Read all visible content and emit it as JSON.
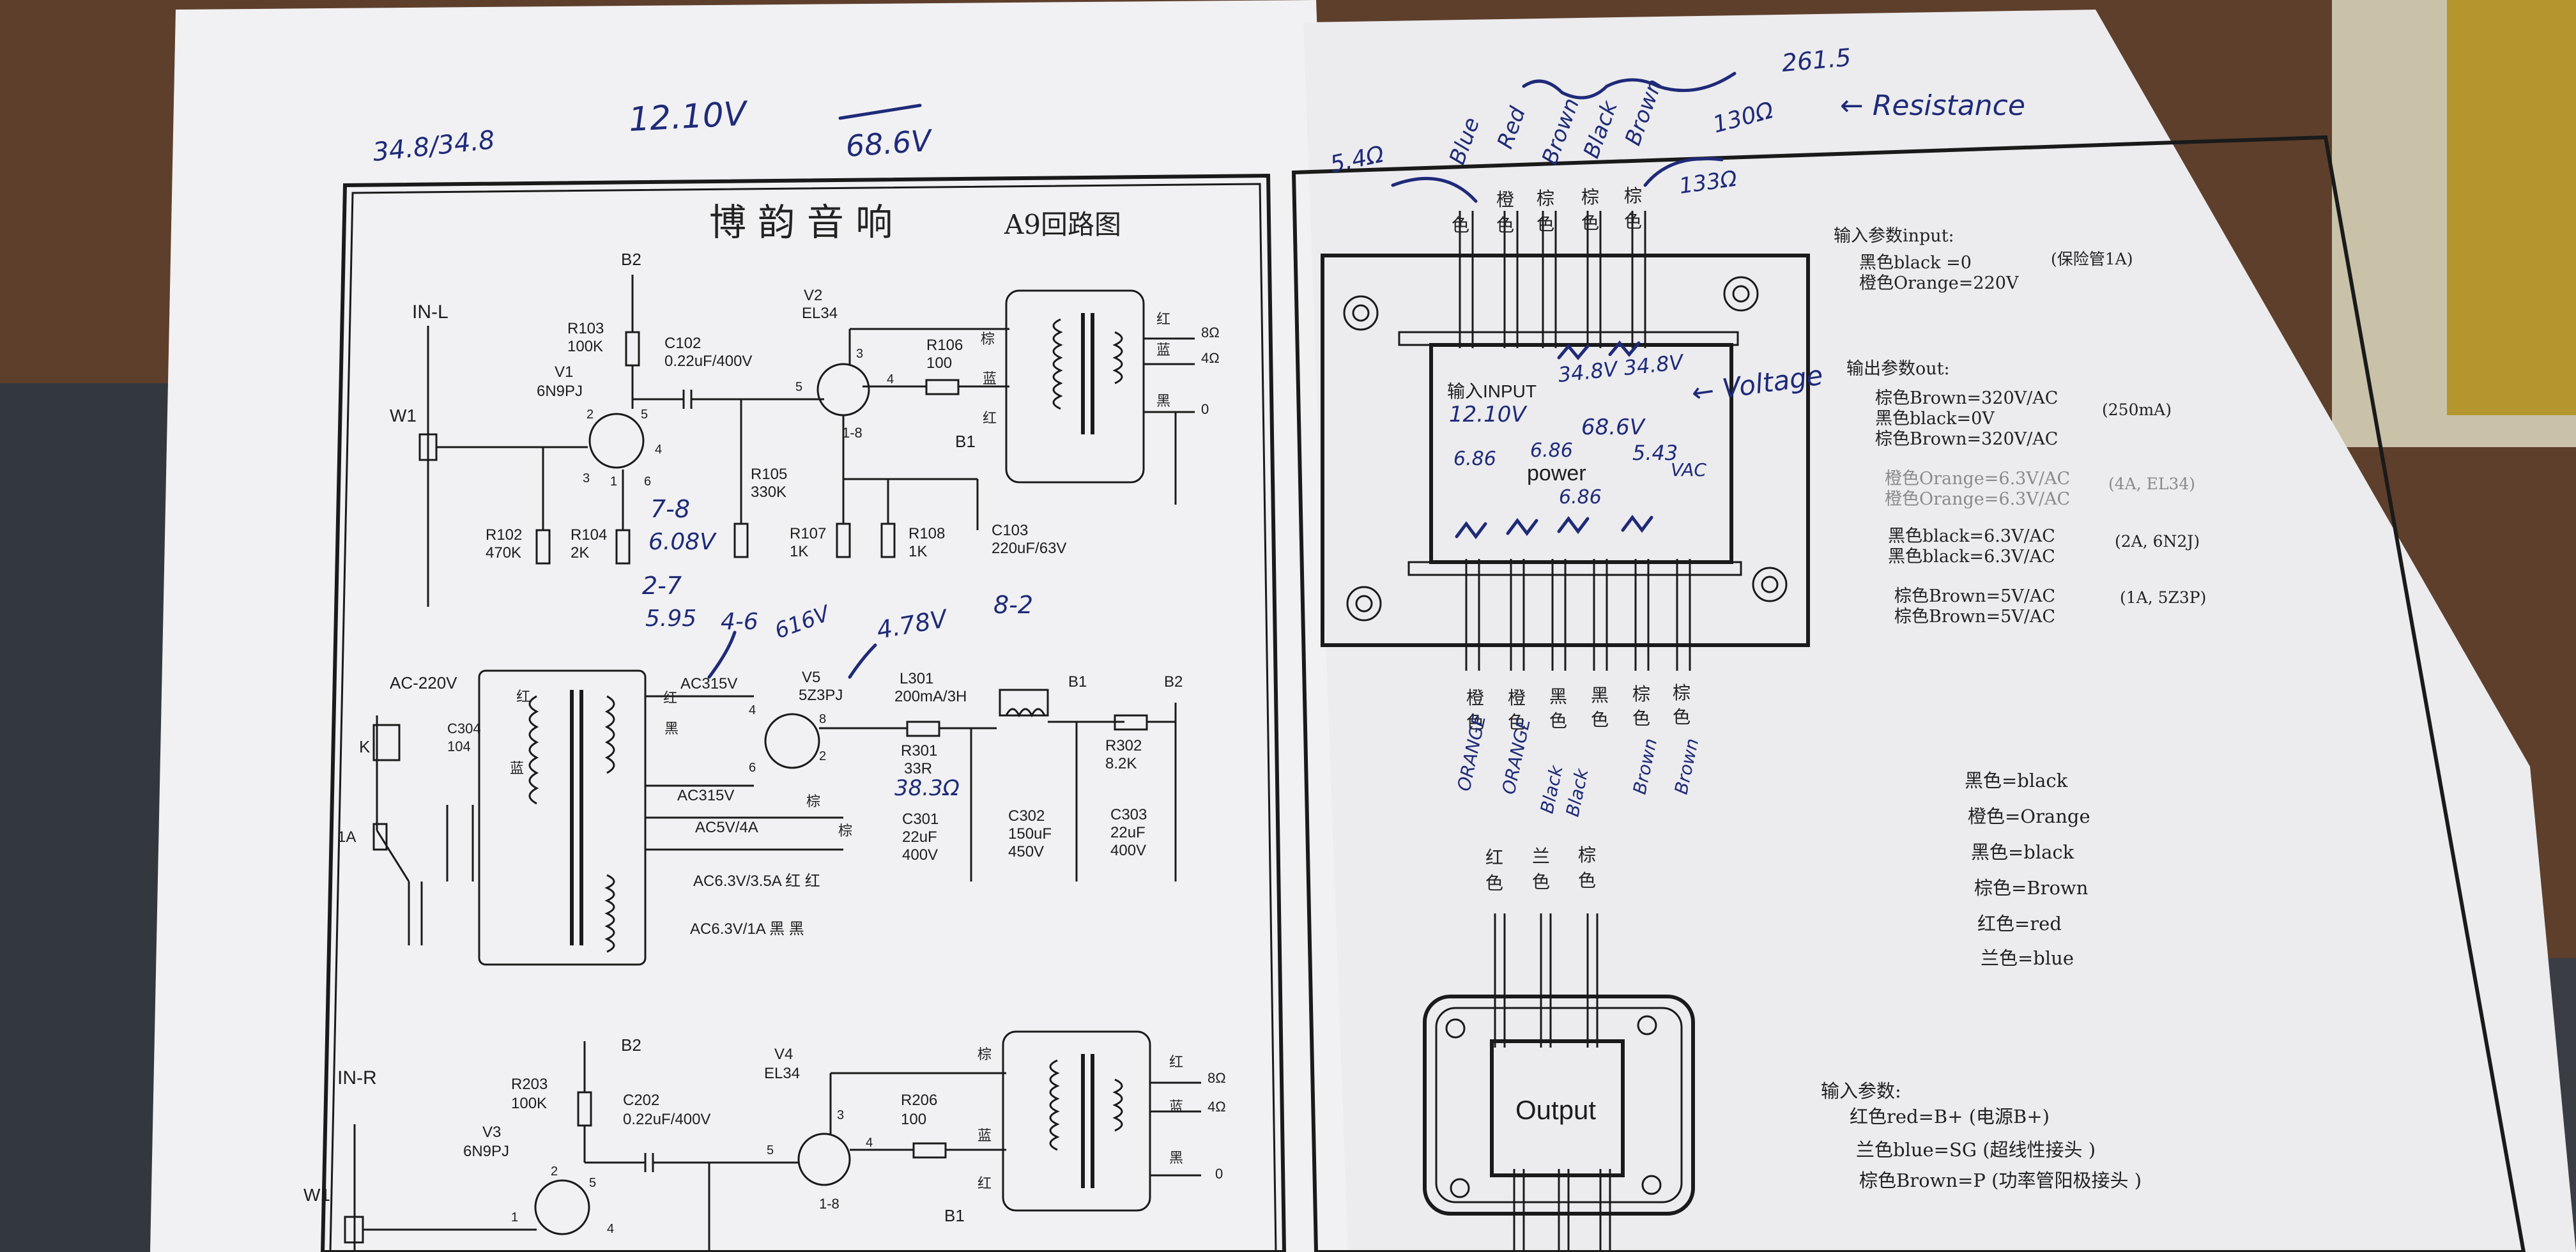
{
  "schematic": {
    "title": "博 韵 音 响",
    "subtitle": "A9回路图",
    "left_channel": {
      "input": "IN-L",
      "pot": "W1",
      "b2": "B2",
      "r103": [
        "R103",
        "100K"
      ],
      "c102": [
        "C102",
        "0.22uF/400V"
      ],
      "v1": [
        "V1",
        "6N9PJ"
      ],
      "v2": [
        "V2",
        "EL34"
      ],
      "r106": [
        "R106",
        "100"
      ],
      "r105": [
        "R105",
        "330K"
      ],
      "r102": [
        "R102",
        "470K"
      ],
      "r104": [
        "R104",
        "2K"
      ],
      "r107": [
        "R107",
        "1K"
      ],
      "r108": [
        "R108",
        "1K"
      ],
      "c103": [
        "C103",
        "220uF/63V"
      ],
      "b1": "B1",
      "pin18": "1-8",
      "pins": [
        "2",
        "5",
        "4",
        "3",
        "6",
        "1",
        "3",
        "4",
        "5"
      ],
      "out_labels": [
        "8Ω",
        "4Ω",
        "0"
      ],
      "wire_labels": [
        "棕",
        "蓝",
        "红",
        "红",
        "蓝",
        "黑"
      ]
    },
    "power_supply": {
      "ac": "AC-220V",
      "k": "K",
      "c304": [
        "C304",
        "104"
      ],
      "fuse": "1A",
      "ac315a": "AC315V",
      "ac315b": "AC315V",
      "ac5v": "AC5V/4A",
      "ac63a": "AC6.3V/3.5A  红 红",
      "ac63b": "AC6.3V/1A   黑 黑",
      "v5": [
        "V5",
        "5Z3PJ"
      ],
      "l301": "L301",
      "l301v": "200mA/3H",
      "r301": [
        "R301",
        "33R"
      ],
      "r302": [
        "R302",
        "8.2K"
      ],
      "c301": [
        "C301",
        "22uF",
        "400V"
      ],
      "c302": [
        "C302",
        "150uF",
        "450V"
      ],
      "c303": [
        "C303",
        "22uF",
        "400V"
      ],
      "b1": "B1",
      "b2": "B2",
      "pins": [
        "4",
        "6",
        "8",
        "2"
      ],
      "wire_labels": [
        "红",
        "黑",
        "棕",
        "蓝",
        "棕",
        "红"
      ]
    },
    "right_channel": {
      "input": "IN-R",
      "pot": "W1",
      "b2": "B2",
      "r203": [
        "R203",
        "100K"
      ],
      "c202": [
        "C202",
        "0.22uF/400V"
      ],
      "v3": [
        "V3",
        "6N9PJ"
      ],
      "v4": [
        "V4",
        "EL34"
      ],
      "r206": [
        "R206",
        "100"
      ],
      "b1": "B1",
      "pin18": "1-8",
      "pins": [
        "2",
        "5",
        "1",
        "4",
        "3",
        "4",
        "5"
      ],
      "out_labels": [
        "8Ω",
        "4Ω",
        "0"
      ],
      "wire_labels": [
        "棕",
        "蓝",
        "红",
        "红",
        "蓝",
        "黑"
      ]
    }
  },
  "transformer": {
    "top_wires": [
      "色",
      "色",
      "色",
      "色",
      "色"
    ],
    "top_wires_hi": [
      "橙",
      "棕",
      "棕",
      "棕"
    ],
    "input_label": "输入INPUT",
    "power_label": "power",
    "bottom_wires": [
      [
        "橙",
        "色"
      ],
      [
        "橙",
        "色"
      ],
      [
        "黑",
        "色"
      ],
      [
        "黑",
        "色"
      ],
      [
        "棕",
        "色"
      ],
      [
        "棕",
        "色"
      ]
    ],
    "input_params_title": "输入参数input:",
    "input_params": [
      "黑色black =0",
      "橙色Orange=220V"
    ],
    "fuse_note": "(保险管1A)",
    "output_params_title": "输出参数out:",
    "out_group1": [
      "棕色Brown=320V/AC",
      "黑色black=0V",
      "棕色Brown=320V/AC"
    ],
    "out_group1_note": "(250mA)",
    "out_group2": [
      "橙色Orange=6.3V/AC",
      "橙色Orange=6.3V/AC"
    ],
    "out_group2_note": "(4A, EL34)",
    "out_group3": [
      "黑色black=6.3V/AC",
      "黑色black=6.3V/AC"
    ],
    "out_group3_note": "(2A, 6N2J)",
    "out_group4": [
      "棕色Brown=5V/AC",
      "棕色Brown=5V/AC"
    ],
    "out_group4_note": "(1A, 5Z3P)"
  },
  "legend": [
    "黑色=black",
    "橙色=Orange",
    "黑色=black",
    "棕色=Brown",
    "红色=red",
    "兰色=blue"
  ],
  "output_xfmr": {
    "wires": [
      [
        "红",
        "色"
      ],
      [
        "兰",
        "色"
      ],
      [
        "棕",
        "色"
      ]
    ],
    "label": "Output",
    "params_title": "输入参数:",
    "params": [
      "红色red=B+   (电源B+)",
      "兰色blue=SG  (超线性接头 )",
      "棕色Brown=P   (功率管阳极接头 )"
    ]
  },
  "handwriting": {
    "top_left": "34.8/34.8",
    "top_mid": "12.10V",
    "top_right": "68.6V",
    "res_top": "5.4Ω",
    "wire_blue": "Blue",
    "wire_red": "Red",
    "wire_brown": "Brown",
    "wire_black": "Black",
    "wire_brown2": "Brown",
    "res_261": "261.5",
    "res_130": "130Ω",
    "res_133": "133Ω",
    "resistance": "← Resistance",
    "voltage": "← Voltage",
    "vin": "12.10V",
    "v348": "34.8V 34.8V",
    "v686": "68.6V",
    "v543": "5.43",
    "vac": "VAC",
    "v686b": "6.86",
    "v686c": "6.86",
    "v686d": "6.86",
    "bottom_colors": [
      "ORANGE",
      "ORANGE",
      "Black",
      "Black",
      "Brown",
      "Brown"
    ],
    "sch_78": "7-8",
    "sch_608": "6.08V",
    "sch_27": "2-7",
    "sch_595": "5.95",
    "sch_46": "4-6",
    "sch_616": "616V",
    "sch_478": "4.78V",
    "sch_82": "8-2",
    "sch_383": "38.3Ω"
  }
}
